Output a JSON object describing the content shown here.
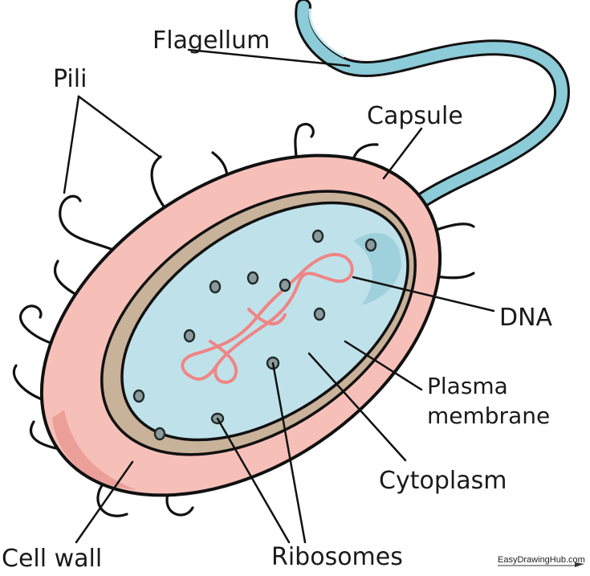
{
  "labels": {
    "flagellum": "Flagellum",
    "pili": "Pili",
    "capsule": "Capsule",
    "dna": "DNA",
    "plasma_line1": "Plasma",
    "plasma_line2": "membrane",
    "cytoplasm": "Cytoplasm",
    "ribosomes": "Ribosomes",
    "cell_wall": "Cell wall"
  },
  "watermark": "EasyDrawingHub.com",
  "colors": {
    "capsule": "#f6c0b9",
    "capsule_shadow": "#ec9f99",
    "cell_wall": "#c9b29a",
    "cytoplasm": "#bfe2ea",
    "cytoplasm_shade": "#9fd1dd",
    "flagellum": "#8ccbd8",
    "dna": "#ef8585",
    "ribosome": "#8d9a9b",
    "outline": "#111111"
  },
  "icons": [
    "bacterium-cell",
    "flagellum-tail",
    "pili-hairs",
    "dna-strand",
    "ribosome-dots"
  ]
}
